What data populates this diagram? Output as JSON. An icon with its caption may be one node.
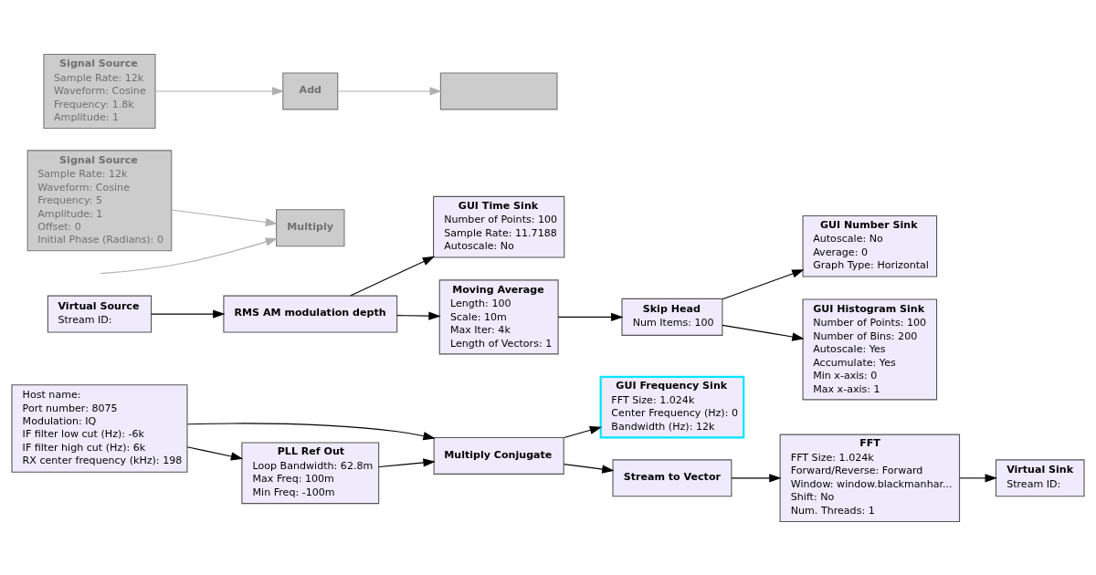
{
  "diagram": {
    "nodes": [
      {
        "text": [
          "Host name:",
          "Port number: 8075",
          "Modulation: IQ",
          "IF filter low cut (Hz): -6k",
          "IF filter high cut (Hz): 6k",
          "RX center frequency (kHz): 198"
        ]
      },
      {
        "text": [
          "Multiply Conjugate"
        ]
      },
      {
        "text": [
          "PLL Ref Out",
          "Loop Bandwidth: 62.8m",
          "Max Freq: 100m",
          "Min Freq: -100m"
        ]
      },
      {
        "text": [
          "GUI Frequency Sink",
          "FFT Size: 1.024k",
          "Center Frequency (Hz): 0",
          "Bandwidth (Hz): 12k"
        ]
      },
      {
        "text": [
          "Stream to Vector"
        ]
      },
      {
        "text": [
          "FFT",
          "FFT Size: 1.024k",
          "Forward/Reverse: Forward",
          "Window: window.blackmanhar...",
          "Shift: No",
          "Num. Threads: 1"
        ]
      },
      {
        "text": [
          "Virtual Sink",
          "Stream ID:"
        ]
      },
      {
        "text": [
          "Virtual Source",
          "Stream ID:"
        ]
      },
      {
        "text": [
          "RMS AM modulation depth"
        ]
      },
      {
        "text": [
          "GUI Time Sink",
          "Number of Points: 100",
          "Sample Rate: 11.7188",
          "Autoscale: No"
        ]
      },
      {
        "text": [
          "Moving Average",
          "Length: 100",
          "Scale: 10m",
          "Max Iter: 4k",
          "Length of Vectors: 1"
        ]
      },
      {
        "text": [
          "Skip Head",
          "Num Items: 100"
        ]
      },
      {
        "text": [
          "GUI Number Sink",
          "Autoscale: No",
          "Average: 0",
          "Graph Type: Horizontal"
        ]
      },
      {
        "text": [
          "GUI Histogram Sink",
          "Number of Points: 100",
          "Number of Bins: 200",
          "Autoscale: Yes",
          "Accumulate: Yes",
          "Min x-axis: 0",
          "Max x-axis: 1"
        ]
      },
      {
        "text": [
          "Signal Source",
          "Sample Rate: 12k",
          "Waveform: Cosine",
          "Frequency: 5",
          "Amplitude: 1",
          "Offset: 0",
          "Initial Phase (Radians): 0"
        ]
      },
      {
        "text": [
          "Signal Source",
          "Sample Rate: 12k",
          "Waveform: Cosine",
          "Frequency: 1.8k",
          "Amplitude: 1"
        ]
      },
      {
        "text": [
          "Multiply"
        ]
      },
      {
        "text": [
          "Add"
        ]
      },
      {
        "text": [],
        "shape": "box"
      }
    ],
    "edges": [
      {
        "from": 0,
        "to": 1,
        "arrow": "to"
      },
      {
        "from": 0,
        "to": 2,
        "arrow": "to"
      },
      {
        "from": 2,
        "to": 1,
        "arrow": "to"
      },
      {
        "from": 1,
        "to": 3,
        "arrow": "to"
      },
      {
        "from": 1,
        "to": 4,
        "arrow": "to"
      },
      {
        "from": 4,
        "to": 5,
        "arrow": "to"
      },
      {
        "from": 5,
        "to": 6,
        "arrow": "to"
      },
      {
        "from": 7,
        "to": 8,
        "arrow": "to"
      },
      {
        "from": 8,
        "to": 9,
        "arrow": "to"
      },
      {
        "from": 8,
        "to": 10,
        "arrow": "to"
      },
      {
        "from": 10,
        "to": 11,
        "arrow": "to"
      },
      {
        "from": 11,
        "to": 12,
        "arrow": "to"
      },
      {
        "from": 11,
        "to": 13,
        "arrow": "to"
      },
      {
        "from": 14,
        "to": 16,
        "arrow": "to",
        "color": "#b0b0b0"
      },
      {
        "from": 15,
        "to": 17,
        "arrow": "to",
        "color": "#b0b0b0"
      },
      {
        "from": 17,
        "to": 18,
        "arrow": "to",
        "color": "#b0b0b0"
      },
      {
        "from": null,
        "to": 16,
        "arrow": "to",
        "color": "#b0b0b0"
      }
    ]
  }
}
